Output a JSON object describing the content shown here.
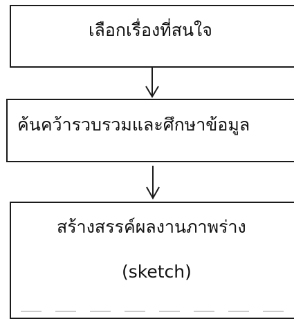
{
  "diagram": {
    "steps": [
      {
        "label": "เลือกเรื่องที่สนใจ"
      },
      {
        "label": "ค้นคว้ารวบรวมและศึกษาข้อมูล"
      },
      {
        "label": "สร้างสรรค์ผลงานภาพร่าง",
        "sublabel": "(sketch)"
      }
    ],
    "colors": {
      "stroke": "#1a1a1a",
      "text": "#111111",
      "background": "#ffffff"
    }
  }
}
